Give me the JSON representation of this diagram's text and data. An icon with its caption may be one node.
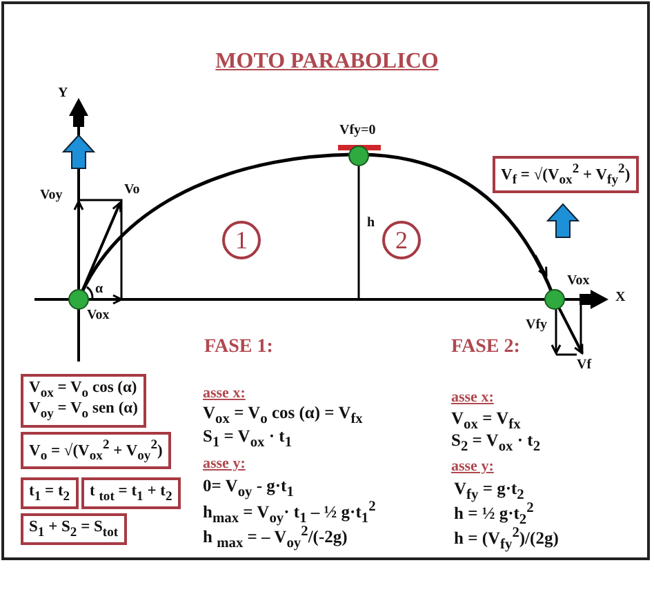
{
  "diagram": {
    "title": "MOTO PARABOLICO",
    "nodes": [
      {
        "text": [
          "1"
        ]
      },
      {
        "text": [
          "2"
        ]
      },
      {
        "text": [
          "V$_{f}$ = √(V$_{ox}$$^{2}$ + V$_{fy}$$^{2}$)"
        ]
      },
      {
        "text": [
          "V$_{ox}$ = V$_{o}$ cos (α)",
          "V$_{oy}$ = V$_{o}$ sen (α)"
        ]
      },
      {
        "text": [
          "V$_{o}$ = √(V$_{ox}$$^{2}$ + V$_{oy}$$^{2}$)"
        ]
      },
      {
        "text": [
          "t$_{1}$ = t$_{2}$"
        ]
      },
      {
        "text": [
          "t $_{tot}$ = t$_{1}$ + t$_{2}$"
        ]
      },
      {
        "text": [
          "S$_{1}$ + S$_{2}$ = S$_{tot}$"
        ]
      }
    ],
    "labels": [
      "Y",
      "Vfy=0",
      "Voy",
      "Vo",
      "h",
      "α",
      "Vox",
      "Vox",
      "X",
      "Vfy",
      "Vf",
      "FASE 1:",
      "FASE 2:",
      "asse x:",
      "V$_{ox}$ = V$_{o}$ cos (α) = V$_{fx}$",
      "S$_{1}$ = V$_{ox}$ · t$_{1}$",
      "asse y:",
      "0= V$_{oy}$ - g·t$_{1}$",
      "h$_{max}$ = V$_{oy}$· t$_{1}$ – ½ g·t$_{1}$$^{2}$",
      "h $_{max}$ = – V$_{oy}$$^{2}$/(-2g)",
      "asse x:",
      "V$_{ox}$ = V$_{fx}$",
      "S$_{2}$ = V$_{ox}$ · t$_{2}$",
      "asse y:",
      "V$_{fy}$ = g·t$_{2}$",
      "h = ½ g·t$_{2}$$^{2}$",
      "h = (V$_{fy}$$^{2}$)/(2g)"
    ]
  }
}
